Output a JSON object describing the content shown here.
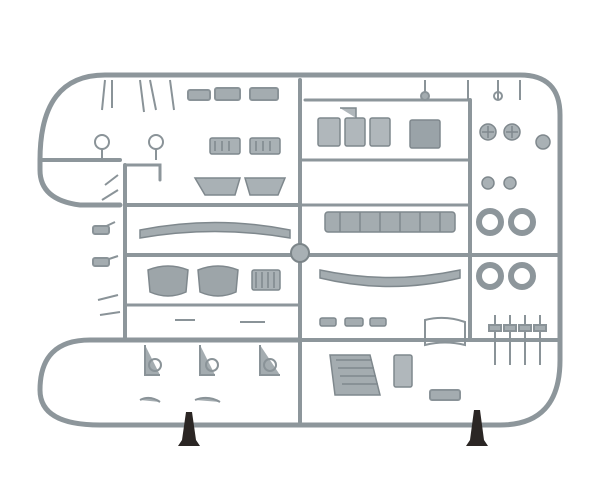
{
  "scene": {
    "subject": "model-kit-sprue",
    "colors": {
      "background": "#ffffff",
      "plastic": "#9aa3a8",
      "plastic_dark": "#7f888d",
      "plastic_light": "#b6bdc1",
      "stand": "#2b2624"
    },
    "wheels": {
      "tires": 4,
      "spoked_hubs": 3
    }
  }
}
